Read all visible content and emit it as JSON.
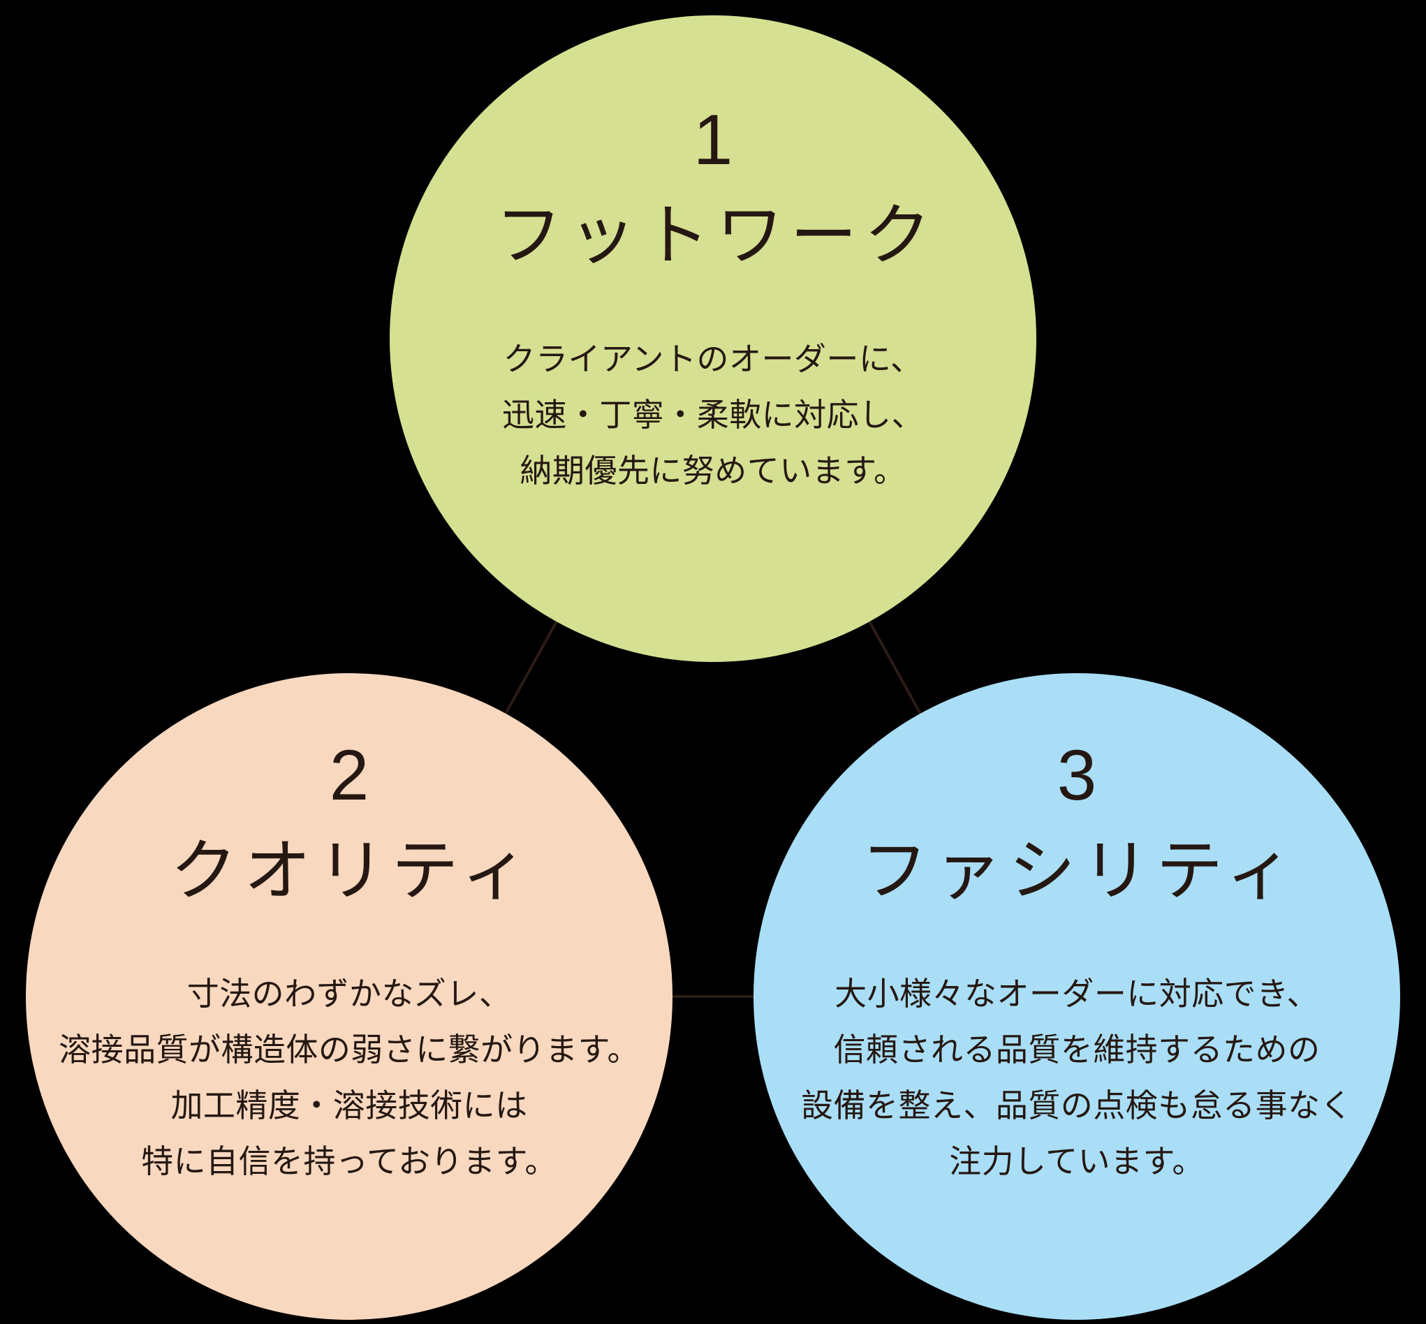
{
  "colors": {
    "background": "#000000",
    "line": "#2b1c15",
    "text": "#251812",
    "circle_green": "#d5e092",
    "circle_peach": "#f8d8bf",
    "circle_blue": "#aadef7"
  },
  "circles": [
    {
      "number": "1",
      "title": "フットワーク",
      "color": "#d5e092",
      "lines": [
        "クライアントのオーダーに、",
        "迅速・丁寧・柔軟に対応し、",
        "納期優先に努めています。"
      ]
    },
    {
      "number": "2",
      "title": "クオリティ",
      "color": "#f8d8bf",
      "lines": [
        "寸法のわずかなズレ、",
        "溶接品質が構造体の弱さに繋がります。",
        "加工精度・溶接技術には",
        "特に自信を持っております。"
      ]
    },
    {
      "number": "3",
      "title": "ファシリティ",
      "color": "#aadef7",
      "lines": [
        "大小様々なオーダーに対応でき、",
        "信頼される品質を維持するための",
        "設備を整え、品質の点検も怠る事なく",
        "注力しています。"
      ]
    }
  ]
}
